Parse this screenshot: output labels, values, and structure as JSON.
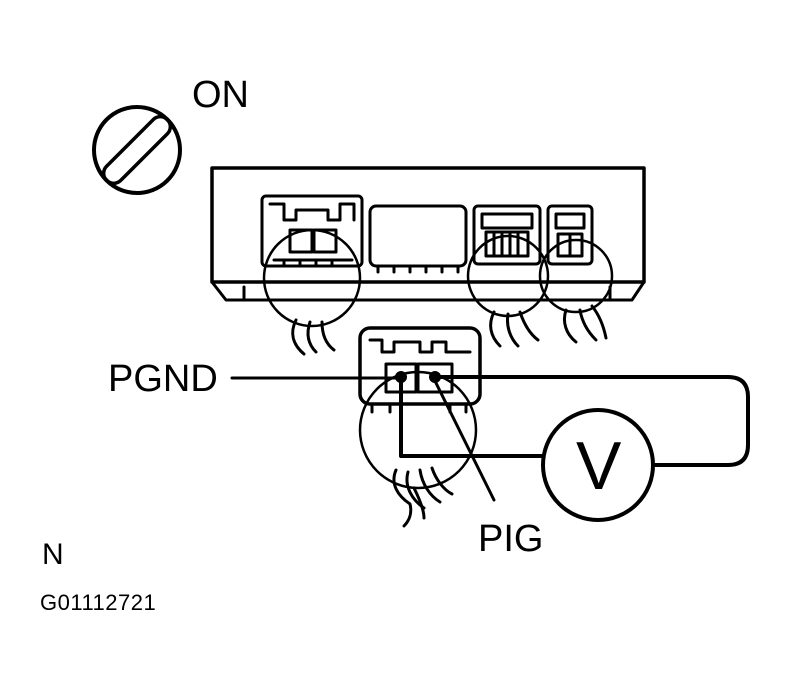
{
  "labels": {
    "ignition_state": "ON",
    "terminal_pgnd": "PGND",
    "terminal_pig": "PIG",
    "meter_symbol": "V",
    "corner_letter": "N",
    "figure_code": "G01112721"
  },
  "icons": {
    "ignition": "ignition-switch-icon",
    "meter": "voltmeter-icon"
  },
  "colors": {
    "line": "#000000",
    "background": "#ffffff"
  }
}
